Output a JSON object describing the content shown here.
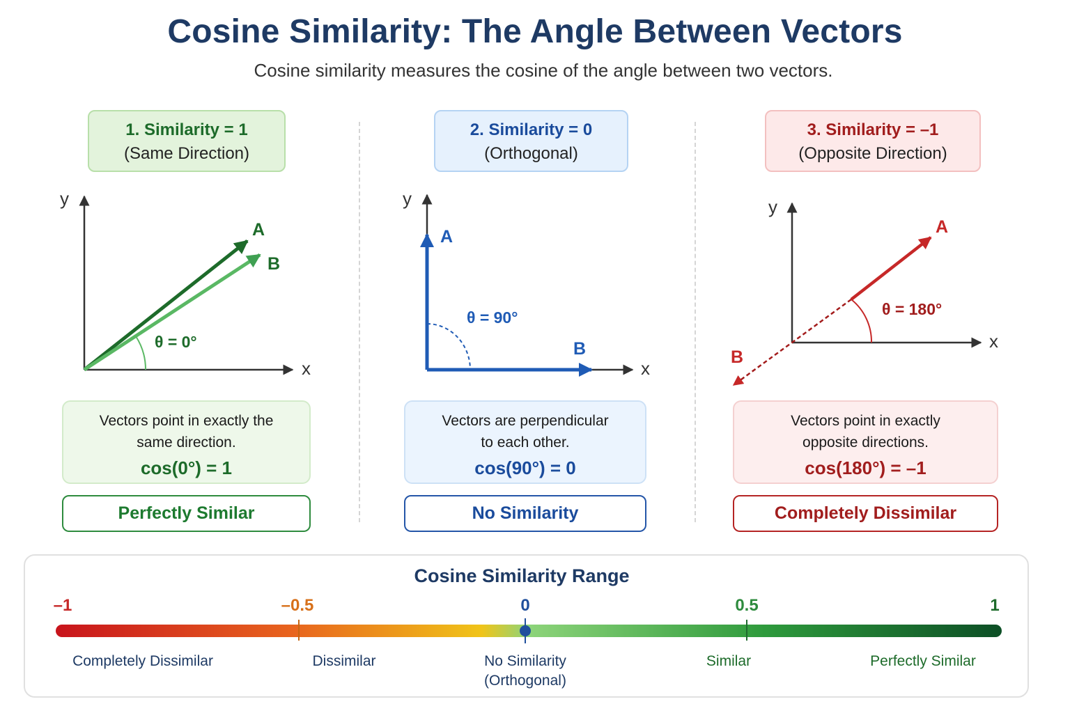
{
  "header": {
    "title": "Cosine Similarity: The Angle Between Vectors",
    "subtitle": "Cosine similarity measures the cosine of the angle between two vectors."
  },
  "panels": [
    {
      "heading": "1. Similarity = 1",
      "subheading": "(Same Direction)",
      "axis_x": "x",
      "axis_y": "y",
      "vector_a": "A",
      "vector_b": "B",
      "angle_label": "θ = 0°",
      "description_line1": "Vectors point in exactly the",
      "description_line2": "same direction.",
      "formula": "cos(0°) = 1",
      "verdict": "Perfectly Similar",
      "color": "#2e8b3e"
    },
    {
      "heading": "2. Similarity = 0",
      "subheading": "(Orthogonal)",
      "axis_x": "x",
      "axis_y": "y",
      "vector_a": "A",
      "vector_b": "B",
      "angle_label": "θ = 90°",
      "description_line1": "Vectors are perpendicular",
      "description_line2": "to each other.",
      "formula": "cos(90°) = 0",
      "verdict": "No Similarity",
      "color": "#1f5bb5"
    },
    {
      "heading": "3. Similarity = –1",
      "subheading": "(Opposite Direction)",
      "axis_x": "x",
      "axis_y": "y",
      "vector_a": "A",
      "vector_b": "B",
      "angle_label": "θ = 180°",
      "description_line1": "Vectors point in exactly",
      "description_line2": "opposite directions.",
      "formula": "cos(180°) = –1",
      "verdict": "Completely Dissimilar",
      "color": "#c62828"
    }
  ],
  "range": {
    "title": "Cosine Similarity Range",
    "min": -1,
    "max": 1,
    "ticks": [
      {
        "value": -1,
        "label": "–1",
        "color": "#c62828"
      },
      {
        "value": -0.5,
        "label": "–0.5",
        "color": "#d7701a"
      },
      {
        "value": 0,
        "label": "0",
        "color": "#1f4f9c"
      },
      {
        "value": 0.5,
        "label": "0.5",
        "color": "#2e8b3e"
      },
      {
        "value": 1,
        "label": "1",
        "color": "#1d6b2a"
      }
    ],
    "zones": [
      "Completely Dissimilar",
      "Dissimilar",
      "No Similarity",
      "(Orthogonal)",
      "Similar",
      "Perfectly Similar"
    ],
    "gradient_colors": [
      "#c8141c",
      "#e8501e",
      "#f0c419",
      "#8dd47a",
      "#2e9a3c",
      "#0d4f26"
    ]
  }
}
